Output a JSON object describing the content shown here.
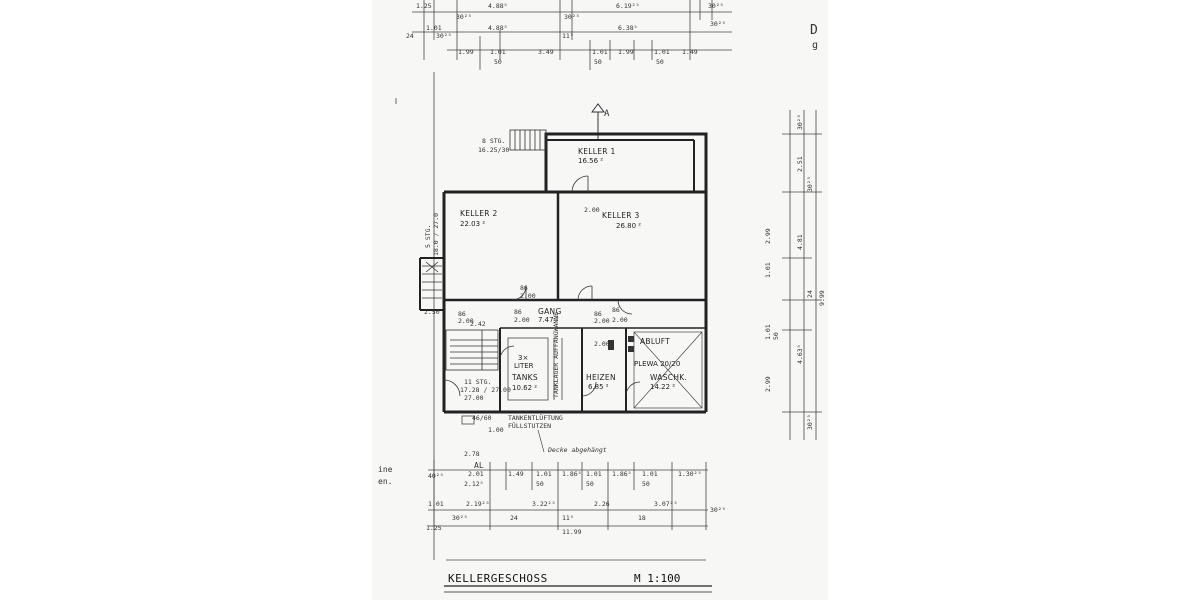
{
  "plan": {
    "title": "KELLERGESCHOSS",
    "scale": "M 1:100",
    "edge_letters": [
      "D",
      "g",
      "ine",
      "en."
    ],
    "rooms": {
      "keller1": {
        "name": "KELLER 1",
        "area": "16.56 ²"
      },
      "keller2": {
        "name": "KELLER 2",
        "area": "22.03 ²"
      },
      "keller3": {
        "name": "KELLER 3",
        "area": "26.80 ²"
      },
      "gang": {
        "name": "GANG",
        "area": "7.47 ²"
      },
      "tanks": {
        "name": "TANKS",
        "area": "10.62 ²",
        "sub": "3×",
        "sub2": "LITER"
      },
      "heizen": {
        "name": "HEIZEN",
        "area": "6.85 ²"
      },
      "waschk": {
        "name": "WASCHK.",
        "area": "14.22 ²"
      },
      "abluft": {
        "name": "ABLUFT",
        "sub": "PLEWA 20/20"
      }
    },
    "notes": {
      "tank_vertical": "TANKLAGER AUFFANGWANNE",
      "tank_fill": "TANKENTLÜFTUNG",
      "fill_stutzen": "FÜLLSTUTZEN",
      "decke": "Decke abgehängt",
      "stairs_top": "8 STG.",
      "stairs_top_dim": "16.25/30",
      "stairs_left": "5 STG.",
      "stairs_left_dim": "18.0 / 27.0",
      "stairs_bottom": "11 STG.",
      "stairs_bottom_dim": "17.28 / 27.00",
      "arrow_A": "A",
      "marker_AL": "AL"
    },
    "top_dims": {
      "row1": [
        "1.25",
        "30²⁵",
        "4.88⁵",
        "30²⁵",
        "6.19²⁵",
        "30²⁵"
      ],
      "row2": [
        "24",
        "1.01",
        "30²⁵",
        "4.88⁵",
        "11⁵",
        "6.38⁵",
        "30²⁵"
      ],
      "row3": [
        "1.99",
        "1.01",
        "3.49",
        "1.01",
        "1.99",
        "1.01",
        "1.49"
      ],
      "row3_sub": [
        "50",
        "50",
        "50"
      ]
    },
    "bottom_dims": {
      "row1": [
        "2.78",
        "2.01",
        "1.49",
        "1.01",
        "1.86⁵",
        "1.01",
        "1.86⁵",
        "1.01",
        "1.30²⁵"
      ],
      "row1_sub": [
        "2.12⁵",
        "50",
        "50",
        "50"
      ],
      "row1_left": "40²⁵",
      "row2": [
        "1.01",
        "2.19²⁵",
        "3.22²⁵",
        "2.26",
        "3.07²⁵",
        "30²⁵"
      ],
      "row3": [
        "1.25",
        "30²⁵",
        "24",
        "11⁵",
        "18",
        "11.99"
      ]
    },
    "right_dims": [
      "30²⁵",
      "2.51",
      "30²⁵",
      "2.99",
      "4.81",
      "1.01",
      "24",
      "9.99",
      "1.01",
      "50",
      "4.63⁵",
      "2.99",
      "30²⁵"
    ],
    "interior_dims": [
      "2.42",
      "2.50",
      "86",
      "2.00",
      "86",
      "2.00",
      "86",
      "2.00",
      "86",
      "2.00",
      "86",
      "2.00",
      "2.00",
      "2.00",
      "46/60",
      "1.00"
    ]
  }
}
